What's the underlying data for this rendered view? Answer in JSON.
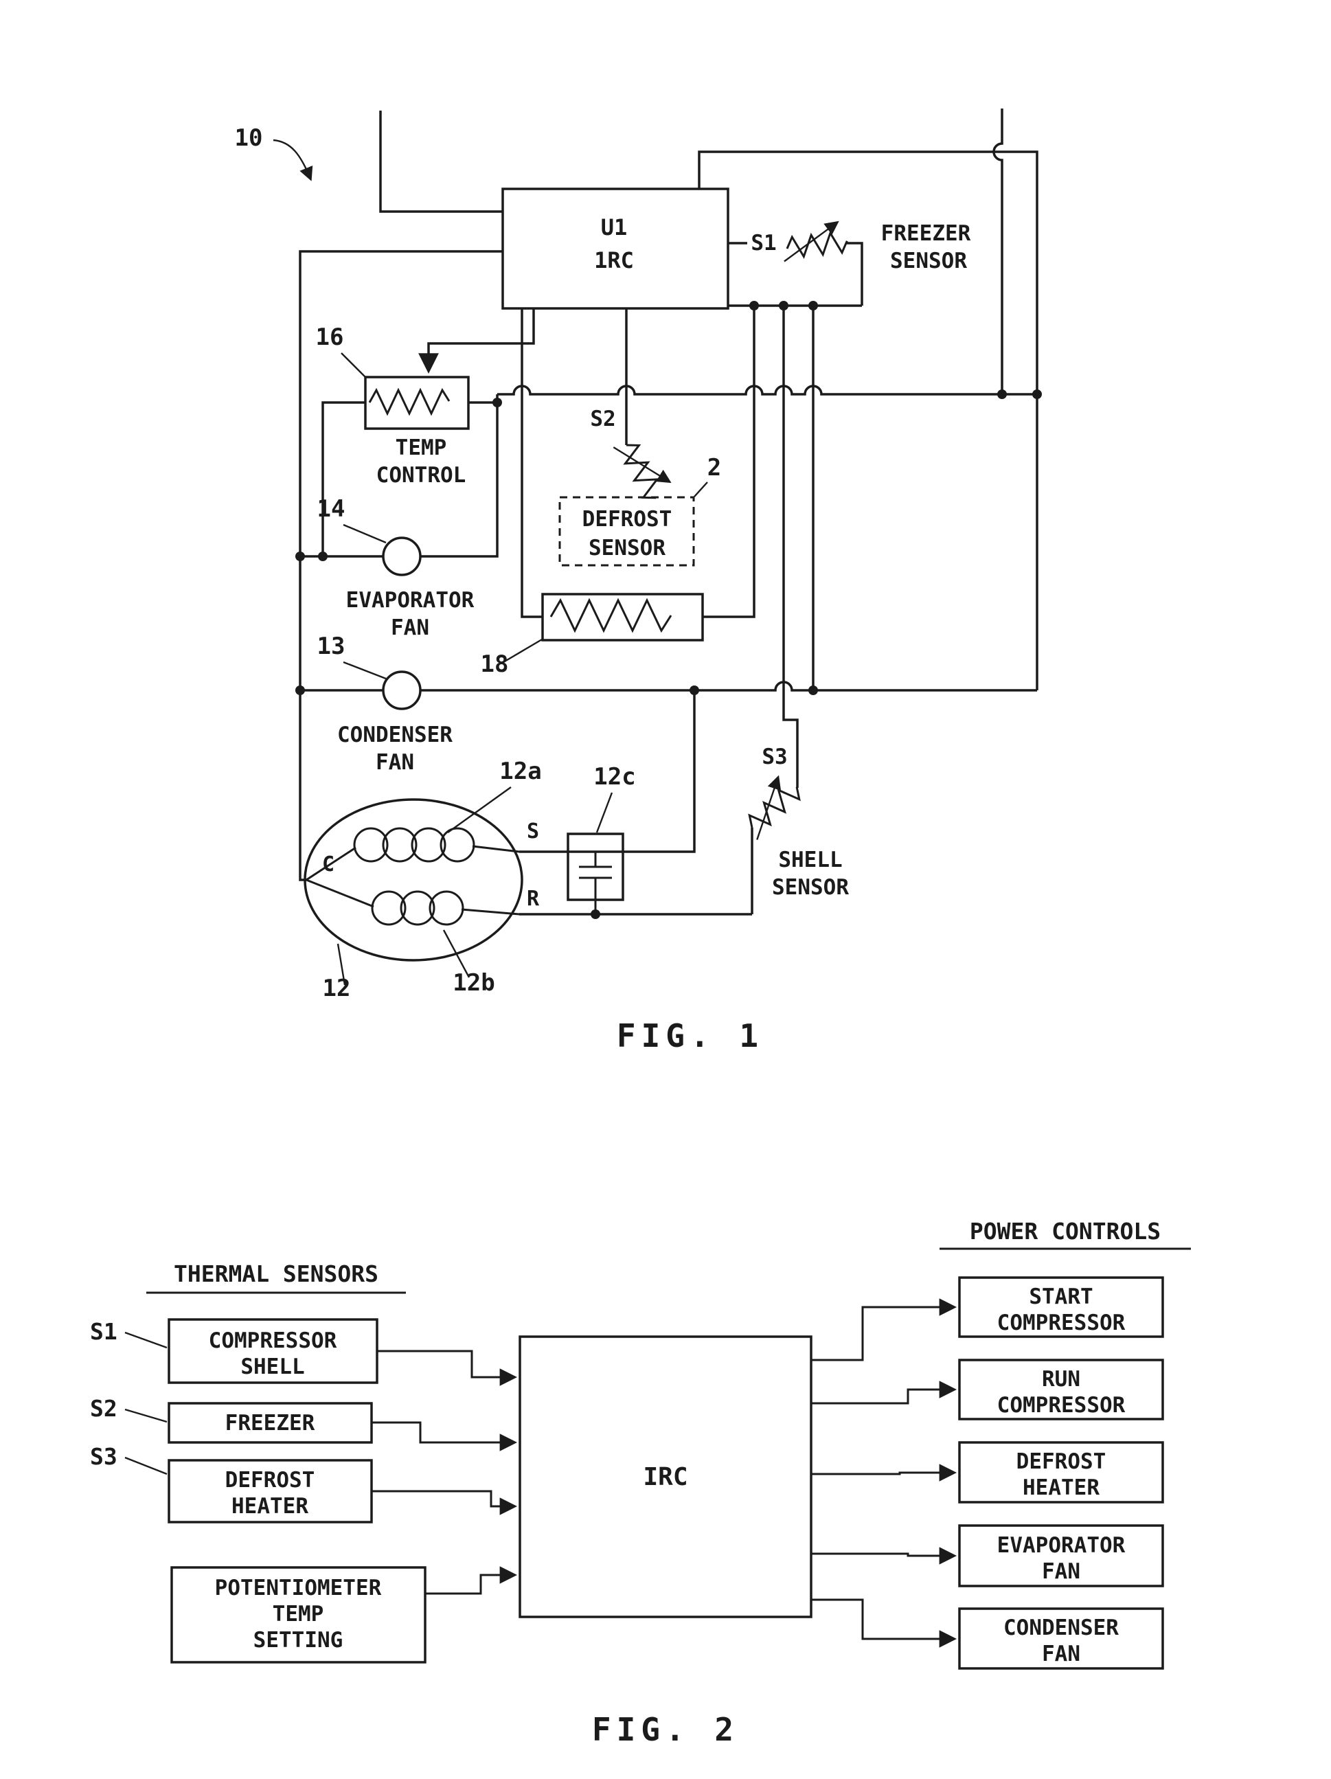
{
  "colors": {
    "ink": "#1b1b1b",
    "paper": "#ffffff"
  },
  "fig1": {
    "caption": "FIG. 1",
    "ref10": "10",
    "u1_line1": "U1",
    "u1_line2": "1RC",
    "s1": "S1",
    "s2": "S2",
    "s3": "S3",
    "ref16": "16",
    "ref14": "14",
    "ref13": "13",
    "ref18": "18",
    "ref2": "2",
    "ref12": "12",
    "ref12a": "12a",
    "ref12b": "12b",
    "ref12c": "12c",
    "freezer_sensor": [
      "FREEZER",
      "SENSOR"
    ],
    "temp_control": [
      "TEMP",
      "CONTROL"
    ],
    "evaporator_fan": [
      "EVAPORATOR",
      "FAN"
    ],
    "defrost_sensor": [
      "DEFROST",
      "SENSOR"
    ],
    "condenser_fan": [
      "CONDENSER",
      "FAN"
    ],
    "shell_sensor": [
      "SHELL",
      "SENSOR"
    ],
    "terminals": {
      "c": "C",
      "s": "S",
      "r": "R"
    }
  },
  "fig2": {
    "caption": "FIG. 2",
    "thermal_heading": "THERMAL SENSORS",
    "power_heading": "POWER CONTROLS",
    "sensor_refs": [
      "S1",
      "S2",
      "S3"
    ],
    "inputs": [
      [
        "COMPRESSOR",
        "SHELL"
      ],
      [
        "FREEZER"
      ],
      [
        "DEFROST",
        "HEATER"
      ],
      [
        "POTENTIOMETER",
        "TEMP",
        "SETTING"
      ]
    ],
    "irc": "IRC",
    "outputs": [
      [
        "START",
        "COMPRESSOR"
      ],
      [
        "RUN",
        "COMPRESSOR"
      ],
      [
        "DEFROST",
        "HEATER"
      ],
      [
        "EVAPORATOR",
        "FAN"
      ],
      [
        "CONDENSER",
        "FAN"
      ]
    ]
  }
}
